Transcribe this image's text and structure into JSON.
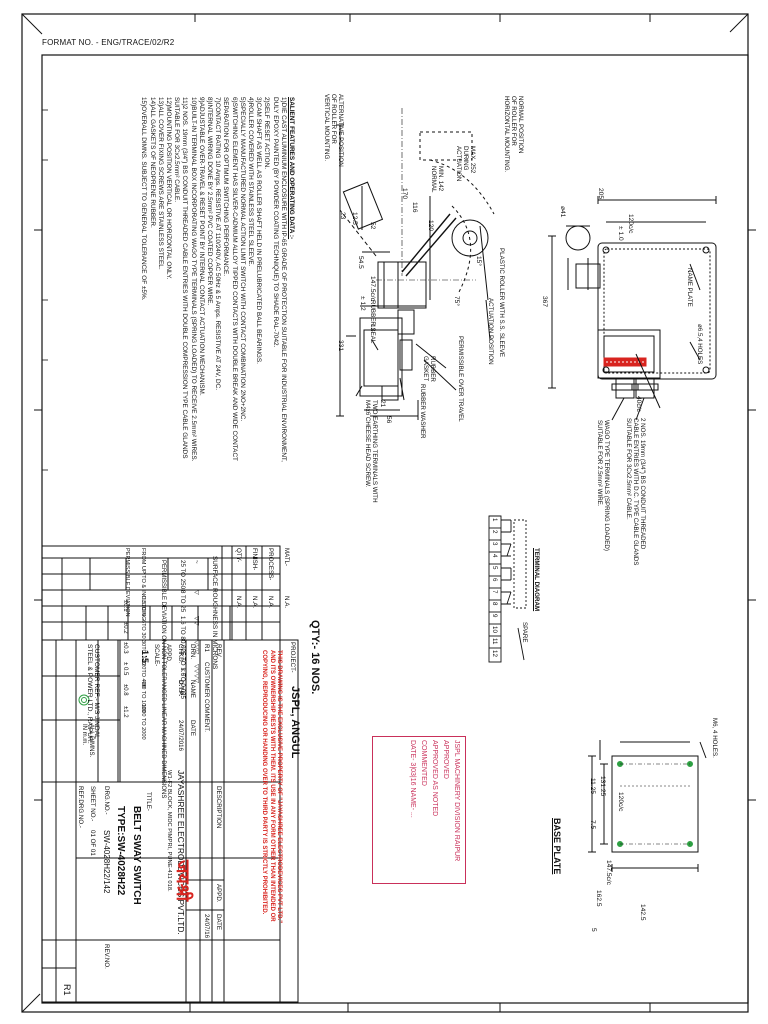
{
  "format_no": "FORMAT NO. - ENG/TRACE/02/R2",
  "salient": {
    "title": "SALIENT FEATURES AND OPERATING DATA :-",
    "items": [
      "1)DIE CAST ALUMINIUM ENCLOSURE WITH IP-65 GRADE OF PROTECTION SUITABLE FOR INDUSTRIAL ENVIRONMENT,",
      "   DULY EPOXY PAINTED (BY POWDER COATING TECHNIQUE) TO SHADE RAL-7042.",
      "2)SELF RESET ACTION.",
      "3)CAM SHAFT AS WELL AS ROLLER SHAFT HELD IN PRELUBRICATED BALL BEARINGS.",
      "4)ROLLER COVERED WITH STAINLESS STEEL SLEEVE.",
      "5)SPECIALLY MANUFACTURED NORMAL ACTION LIMIT SWITCH WITH CONTACT COMBINATION 2NO+2NC.",
      "6)SWITCHING ELEMENT HAS SILVER-CADMIUM ALLOY TIPPED CONTACTS WITH DOUBLE BREAK AND WIDE CONTACT",
      "   SEPARATION FOR OPTIMUM SWITCHING PERFORMANCE.",
      "7)CONTACT RATING 10 Amps. RESISTIVE AT 110/240V, AC 50Hz & 5 Amps. RESISTIVE AT 24V, DC.",
      "8)INTERNAL WIRING DONE BY 2.5mm² PVC COATED COPPER WIRE.",
      "9)ADJUSTABLE OVER-TRAVEL & RESET POINT BY INTERNAL CONTACT ACTUATION MECHANISM.",
      "10)BUILT-IN TERMINAL BOX INCORPORATING WAGO TYPE TERMINALS (SPRING LOADED) TO RECEIVE 2.5mm² WIRES.",
      "11)2 NOS. 19mm (3/4\") BS CONDUIT THREADED CABLE ENTRIES WITH DOUBLE COMPRESSION TYPE CABLE GLANDS",
      "   SUITABLE FOR 3Cx2.5mm² CABLE.",
      "12)MOUNTING POSITION VERTICAL OR HORIZONTAL ONLY.",
      "13)ALL COVER FIXING SCREWS ARE STAINLESS STEEL.",
      "14)ALL GASKETS OF NEOPRENE RUBBER.",
      "15)OVERALL DIMNS. SUBJECT TO GENERAL TOLERANCE OF ±5%."
    ]
  },
  "callouts": {
    "normal_position": "NORMAL POSITION\nOF ROLLER FOR\nHORIZONTAL MOUNTING.",
    "alternative_position": "ALTERNATIVE POSITION\nOF ROLLER FOR\nVERTICAL MOUNTING.",
    "max_during": "MAX. 252\nDURING\nACTUATION",
    "min_normal": "MIN. 142\nNORMAL",
    "plastic_roller": "PLASTIC ROLLER WITH S.S. SLEEVE",
    "actuation_position": "ACTUATION POSITION",
    "permissible_over_travel": "PERMISSIBLE OVER TRAVEL",
    "rubber_gasket": "RUBBER\nGASKET",
    "rubber_seal": "RUBBER SEAL",
    "rubber_washer": "RUBBER WASHER",
    "earthing": "TWO EARTHING TERMINALS WITH\nM4x6 CHEESE HEAD SCREW.",
    "name_plate": "NAME PLATE",
    "holes_65": "ø6.5,4 HOLES",
    "conduit": "2 NOS. 19mm (3/4\") BS CONDUIT THREADED\nCABLE ENTRIES WITH D.C. TYPE CABLE GLANDS\nSUITABLE FOR 3Cx2.5mm² CABLE.",
    "wago": "WAGO TYPE TERMINALS (SPRING LOADED)\nSUITABLE FOR 2.5mm² WIRE.",
    "terminal_diagram": "TERMINAL DIAGRAM",
    "spare": "SPARE",
    "base_plate": "BASE PLATE",
    "m6_holes": "M6, 4 HOLES."
  },
  "dimensions": {
    "d367": "367",
    "d205": "205",
    "d120c": "120c/c",
    "d10": "± 1.0",
    "d41": "ø41",
    "d40c": "40c/c",
    "d331": "331",
    "d170": "170",
    "d116": "116",
    "d120": "120",
    "d15": "15°",
    "d75": "75°",
    "d125": "12.5",
    "d23": "23",
    "d52": "52",
    "d545": "54.5",
    "d1475": "147.5c/c",
    "d12a": "± 1.2",
    "d21": "21",
    "d56": "56",
    "d12": "12",
    "d13125": "131.25",
    "d1125": "11.25",
    "d75b": "7.5",
    "d120b": "120c/c",
    "d1475b": "147.5c/c",
    "d1625": "162.5",
    "d1425": "142.5",
    "d5": "5"
  },
  "terminal_numbers": [
    "1",
    "2",
    "3",
    "4",
    "5",
    "6",
    "7",
    "8",
    "9",
    "10",
    "11",
    "12"
  ],
  "roughness": {
    "title": "SURFACE ROUGHNESS IN MICRONS",
    "symbols": [
      "~",
      "▽",
      "▽▽",
      "▽▽▽",
      "▽▽▽▽"
    ],
    "values": [
      "25 TO 250",
      "8 TO 25",
      "1.6 TO 8",
      "0.025 TO 1.6",
      "< TO 0.025"
    ]
  },
  "tolerance": {
    "title": "PERMISSIBLE DEVIATION ON NON TOLERANCED LINEAR MACHINED DIMENSIONS",
    "from_label": "FROM UP TO & INCLUDING",
    "dev_label": "PERMISSIBLE DEVIATION",
    "ranges": [
      "0.5TO 6",
      "6TO 30",
      "30TO 120",
      "120TO 400",
      "400 TO 1000",
      "1000 TO 2000"
    ],
    "devs": [
      "±0.1",
      "±0.2",
      "±0.3",
      "± 0.5",
      "±0.8",
      "±1.2"
    ]
  },
  "matl": {
    "matl": "MATL-",
    "process": "PROCESS-",
    "finish": "FINISH-",
    "qty": "QTY-",
    "na1": "N.A.",
    "na2": "N.A.",
    "na3": "N.A.",
    "na4": "N.A."
  },
  "project": {
    "label": "PROJECT-",
    "name": "JSPL, ANGUL",
    "qty": "QTY:- 16 NOS."
  },
  "notice": "THIS DRAWING IS THE EXCLUSIVE PROPERTY OF \"JAYASHREE ELECTRODEVICES PVT LTD.\"\nAND ITS OWNERSHIP RESTS WITH THEM. ITS USE IN ANY FORM OTHER THAN INTENDED OR\nCOPYING, REPRODUCING OR HANDING OVER TO THIRD PARTY IS STRICTLY PROHIBITED.",
  "stamp": {
    "l1": "JSPL MACHINERY DIVISION RAIPUR",
    "l2": "APPROVED",
    "l3": "APPROVED AS NOTED",
    "l4": "COMMENTED",
    "l5": "DATE- 3|03|16  NAME- ..."
  },
  "revision": {
    "rev": "REV.",
    "r1": "R1",
    "customer_comment": "CUSTOMER COMMENT.",
    "description": "DESCRIPTION",
    "appd": "APPD.",
    "date": "DATE",
    "rdate": "24/07/16"
  },
  "titleblock": {
    "drn": "DRN.",
    "chkd": "CHKD.",
    "appd": "APPD.",
    "name": "NAME",
    "date": "DATE",
    "dtp": "D.T.P.",
    "dtp_date": "24/07/2016",
    "company": "JAYASHREE ELECTRODEVICES PVT.LTD.",
    "address": "W1-F2 BLOCK, MIDC PIMPRI, PUNE-411 018.",
    "logo": "जयश्री",
    "title_label": "TITLE-",
    "title1": "BELT SWAY SWITCH",
    "title2": "TYPE:SW-4028H22",
    "scale_label": "SCALE-",
    "scale": "1:5",
    "all_dims": "ALL DIMNS. IN m.m.",
    "customer": "CUSTOMER REF:- M/S JINDAL\nSTEEL & POWER LTD., RAIPUR.",
    "drg_label": "DRG.NO.-",
    "drg": "SW-4028H22/142",
    "sheet_label": "SHEET NO.-",
    "sheet": "01 OF 01",
    "refdrg": "REF.DRG.NO.-",
    "revno_label": "REV.NO.",
    "revno": "R1"
  },
  "colors": {
    "line": "#1a1a1a",
    "red": "#d8241f",
    "stamp": "#c9305a",
    "green": "#2ea043"
  }
}
